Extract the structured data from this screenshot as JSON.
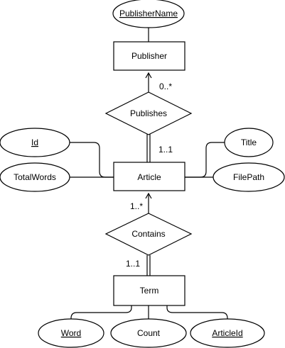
{
  "entities": {
    "publisher": "Publisher",
    "article": "Article",
    "term": "Term"
  },
  "relationships": {
    "publishes": "Publishes",
    "contains": "Contains"
  },
  "attributes": {
    "publisher_name": "PublisherName",
    "id": "Id",
    "total_words": "TotalWords",
    "title": "Title",
    "file_path": "FilePath",
    "word": "Word",
    "count": "Count",
    "article_id": "ArticleId"
  },
  "cardinalities": {
    "publisher_side": "0..*",
    "article_publishes_side": "1..1",
    "article_contains_side": "1..*",
    "term_side": "1..1"
  }
}
